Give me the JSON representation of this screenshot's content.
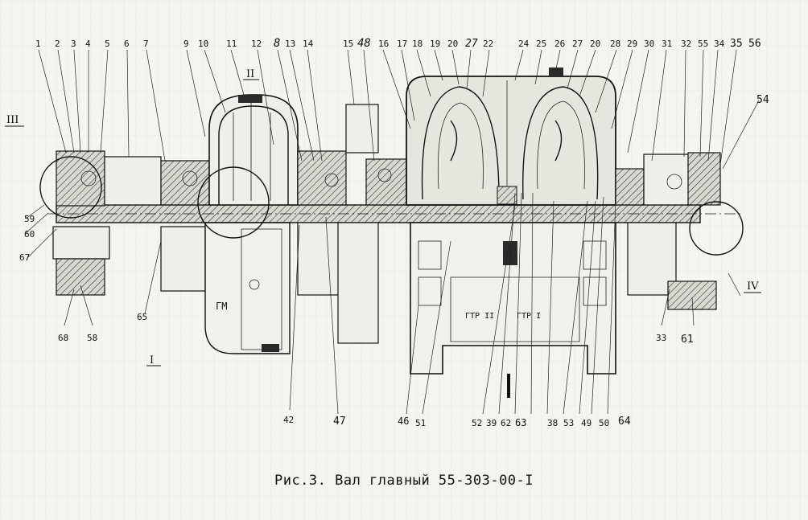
{
  "caption": "Рис.3. Вал главный 55-303-00-I",
  "top_callouts": [
    "1",
    "2",
    "3",
    "4",
    "5",
    "6",
    "7",
    "9",
    "10",
    "11",
    "12",
    "8",
    "13",
    "14",
    "15",
    "48",
    "16",
    "17",
    "18",
    "19",
    "20",
    "27",
    "22",
    "24",
    "25",
    "26",
    "27",
    "20",
    "28",
    "29",
    "30",
    "31",
    "32",
    "55",
    "34",
    "35",
    "56"
  ],
  "bottom_callouts": [
    "68",
    "58",
    "65",
    "42",
    "47",
    "46",
    "51",
    "52",
    "39",
    "62",
    "63",
    "38",
    "53",
    "49",
    "50",
    "64",
    "33",
    "61"
  ],
  "side_callouts": [
    "59",
    "60",
    "67",
    "54"
  ],
  "view_markers": [
    "III",
    "II",
    "I",
    "IV"
  ],
  "block_labels": [
    "ГМ",
    "ГТР II",
    "ГТР I"
  ]
}
